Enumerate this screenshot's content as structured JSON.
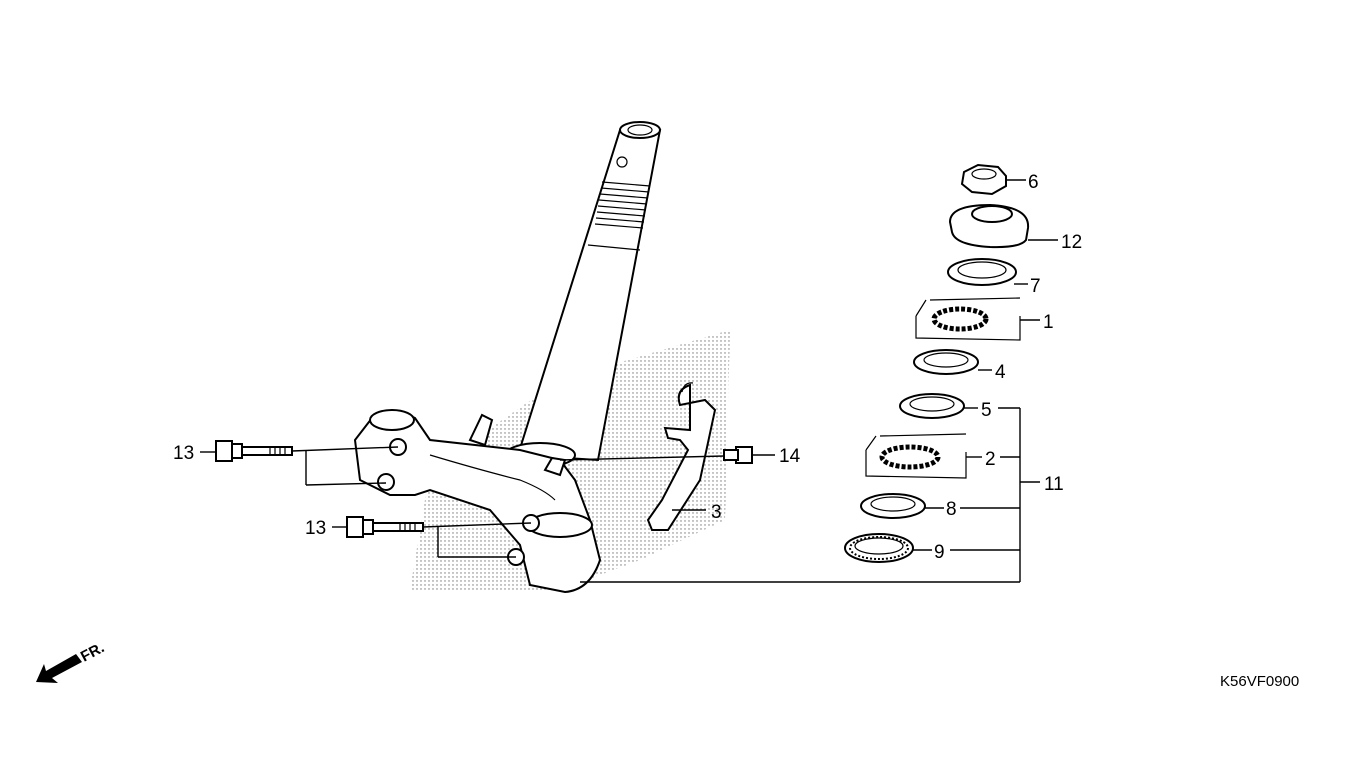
{
  "diagram": {
    "callouts": {
      "c6": "6",
      "c12": "12",
      "c7": "7",
      "c1": "1",
      "c4": "4",
      "c5": "5",
      "c2": "2",
      "c11": "11",
      "c8": "8",
      "c9": "9",
      "c3": "3",
      "c14": "14",
      "c13a": "13",
      "c13b": "13"
    },
    "front_indicator": "FR.",
    "diagram_code": "K56VF0900"
  }
}
